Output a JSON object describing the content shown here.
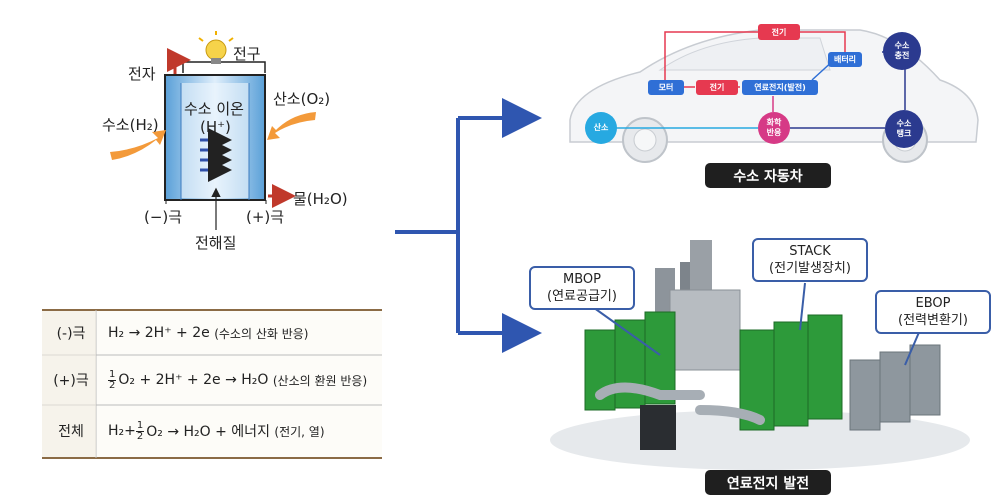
{
  "cell": {
    "electron": "전자",
    "bulb": "전구",
    "hydrogen": "수소(H₂)",
    "oxygen": "산소(O₂)",
    "ion": "수소 이온",
    "ion_formula": "(H⁺)",
    "water": "물(H₂O)",
    "neg": "(−)극",
    "pos": "(+)극",
    "electrolyte": "전해질"
  },
  "table": {
    "rows": [
      {
        "label": "(-)극",
        "eq": "H₂ → 2H⁺ + 2e",
        "note": "(수소의 산화 반응)"
      },
      {
        "label": "(+)극",
        "frac": [
          "1",
          "2"
        ],
        "eq": "O₂ + 2H⁺ + 2e  → H₂O",
        "note": "(산소의 환원 반응)"
      },
      {
        "label": "전체",
        "eq_pre": "H₂+",
        "frac": [
          "1",
          "2"
        ],
        "eq": "O₂ → H₂O + 에너지",
        "note": "(전기, 열)"
      }
    ]
  },
  "car": {
    "caption": "수소 자동차",
    "nodes": {
      "electricity_top": "전기",
      "battery": "배터리",
      "motor": "모터",
      "electricity_mid": "전기",
      "fuelcell": "연료전지(발전)",
      "oxygen": "산소",
      "reaction": "화학\n반응",
      "charge": "수소\n충전",
      "tank": "수소\n탱크"
    }
  },
  "plant": {
    "caption": "연료전지 발전",
    "mbop": [
      "MBOP",
      "(연료공급기)"
    ],
    "stack": [
      "STACK",
      "(전기발생장치)"
    ],
    "ebop": [
      "EBOP",
      "(전력변환기)"
    ]
  },
  "colors": {
    "arrow": "#2f56b0",
    "orange": "#f39a3a",
    "red": "#c0392b",
    "node_red": "#e63950",
    "node_blue": "#2f6fd6",
    "node_cyan": "#27a9e1",
    "node_navy": "#2b3a8f",
    "node_pink": "#d63a86"
  }
}
